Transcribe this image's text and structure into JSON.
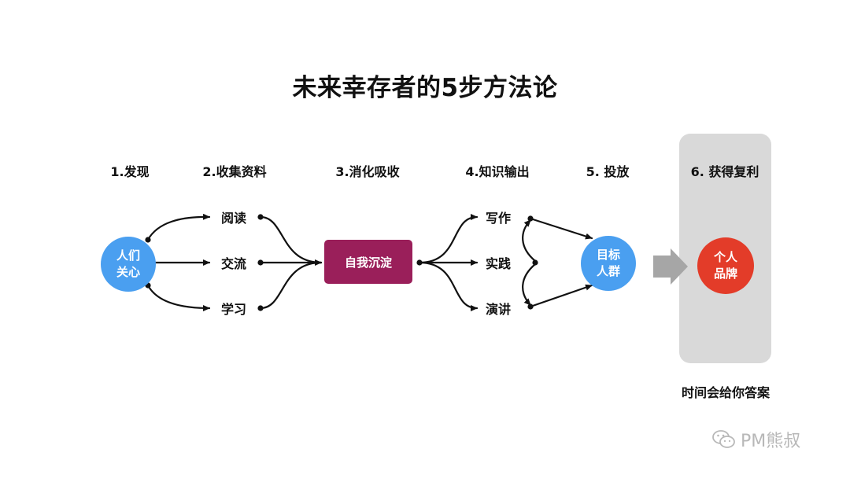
{
  "title": "未来幸存者的5步方法论",
  "steps": [
    {
      "label": "1.发现"
    },
    {
      "label": "2.收集资料"
    },
    {
      "label": "3.消化吸收"
    },
    {
      "label": "4.知识输出"
    },
    {
      "label": "5. 投放"
    },
    {
      "label": "6. 获得复利"
    }
  ],
  "nodes": {
    "source_circle": {
      "line1": "人们",
      "line2": "关心"
    },
    "collect": [
      "阅读",
      "交流",
      "学习"
    ],
    "digest_box": "自我沉淀",
    "output": [
      "写作",
      "实践",
      "演讲"
    ],
    "target_circle": {
      "line1": "目标",
      "line2": "人群"
    },
    "result_circle": {
      "line1": "个人",
      "line2": "品牌"
    }
  },
  "caption": "时间会给你答案",
  "watermark": {
    "text": "PM熊叔",
    "icon": "wechat-icon"
  },
  "colors": {
    "blue": "#4a9ff0",
    "purple": "#9a1f5a",
    "red": "#e33c29",
    "gray_panel": "#d9d9d9",
    "arrow_gray": "#a6a6a6"
  }
}
